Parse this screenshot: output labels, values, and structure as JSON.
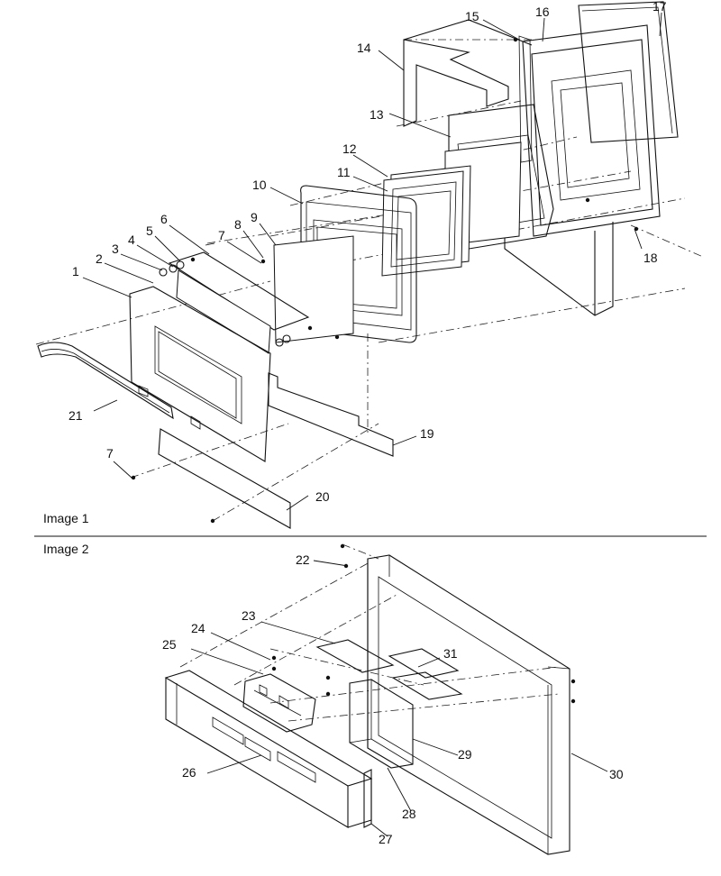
{
  "panels": [
    {
      "id": "image1",
      "caption": "Image 1"
    },
    {
      "id": "image2",
      "caption": "Image 2"
    }
  ],
  "callouts": {
    "image1": [
      "1",
      "2",
      "3",
      "4",
      "5",
      "6",
      "7",
      "8",
      "9",
      "10",
      "11",
      "12",
      "13",
      "14",
      "15",
      "16",
      "17",
      "18",
      "19",
      "20",
      "21",
      "7"
    ],
    "image2": [
      "22",
      "23",
      "24",
      "25",
      "26",
      "27",
      "28",
      "29",
      "30",
      "31"
    ]
  },
  "colors": {
    "line": "#111111",
    "background": "#ffffff"
  }
}
